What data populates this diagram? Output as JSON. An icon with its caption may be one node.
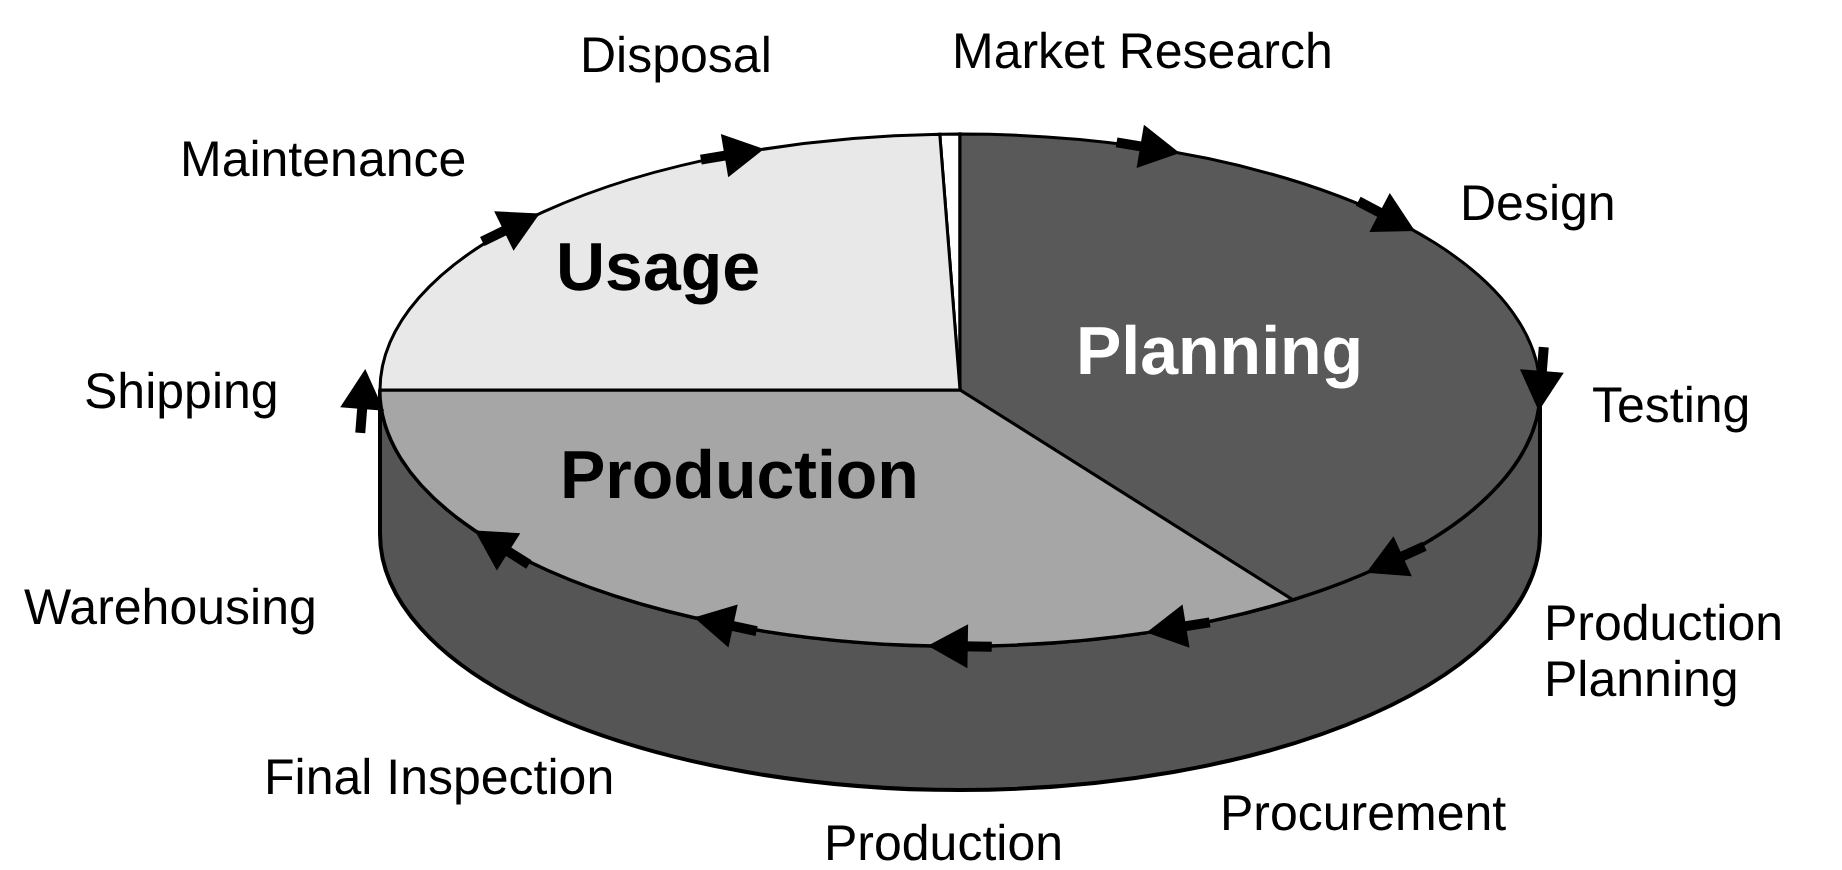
{
  "diagram": {
    "nodes": [
      {
        "text": [
          "Planning"
        ]
      },
      {
        "text": [
          "Production"
        ]
      },
      {
        "text": [
          "Usage"
        ]
      }
    ],
    "labels": [
      "Disposal",
      "Market Research",
      "Maintenance",
      "Design",
      "Shipping",
      "Testing",
      "Warehousing",
      "Production Planning",
      "Final Inspection",
      "Procurement",
      "Production"
    ]
  }
}
